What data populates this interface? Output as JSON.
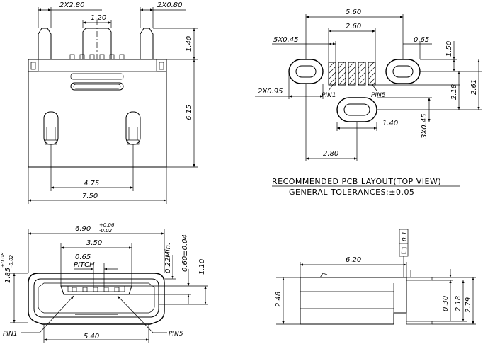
{
  "top_left_view": {
    "dims": {
      "tab_width": "2X2.80",
      "center_width": "1.20",
      "side_width": "2X0.80",
      "tab_height": "1.40",
      "body_height": "6.15",
      "post_span": "4.75",
      "body_width": "7.50"
    }
  },
  "pcb_layout": {
    "dims": {
      "overall_width": "5.60",
      "pin_span": "2.60",
      "slot_width": "0.65",
      "pad_width": "5X0.45",
      "slot_height": "1.50",
      "hole_pitch": "2X0.95",
      "pad_height": "2.18",
      "overall_height": "2.61",
      "bottom_slot_width": "1.40",
      "bottom_slot_height": "3X0.45",
      "bottom_offset": "2.80"
    },
    "pin_labels": {
      "first": "PIN1",
      "last": "PIN5"
    },
    "title": "RECOMMENDED PCB LAYOUT(TOP VIEW)",
    "tolerance": "GENERAL TOLERANCES:±0.05"
  },
  "front_view": {
    "dims": {
      "outer_width": "6.90",
      "outer_width_tol_upper": "+0.06",
      "outer_width_tol_lower": "-0.02",
      "inner_width": "3.50",
      "pitch": "0.65",
      "pitch_label": "PITCH",
      "height": "1.85",
      "height_tol_upper": "+0.08",
      "height_tol_lower": "-0.02",
      "min_gap": "0.22Min.",
      "contact_height": "0.60±0.04",
      "tongue_height": "1.10",
      "bottom_width": "5.40"
    },
    "pin_labels": {
      "first": "PIN1",
      "last": "PIN5"
    }
  },
  "side_view": {
    "dims": {
      "length": "6.20",
      "height": "2.48",
      "lead_height": "0.30",
      "body_height": "2.18",
      "overall_height": "2.79",
      "flatness": "0.1"
    },
    "flatness_symbol": "flatness-symbol"
  }
}
